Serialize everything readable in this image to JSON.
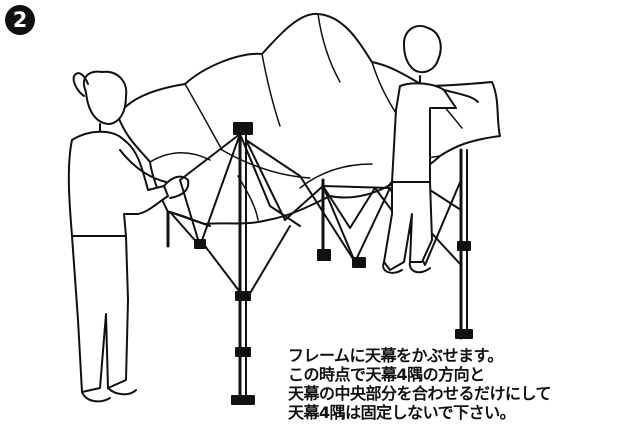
{
  "step_number": "2",
  "caption_lines": [
    "フレームに天幕をかぶせます。",
    "この時点で天幕4隅の方向と",
    "天幕の中央部分を合わせるだけにして",
    "天幕4隅は固定しないで下さい。"
  ]
}
